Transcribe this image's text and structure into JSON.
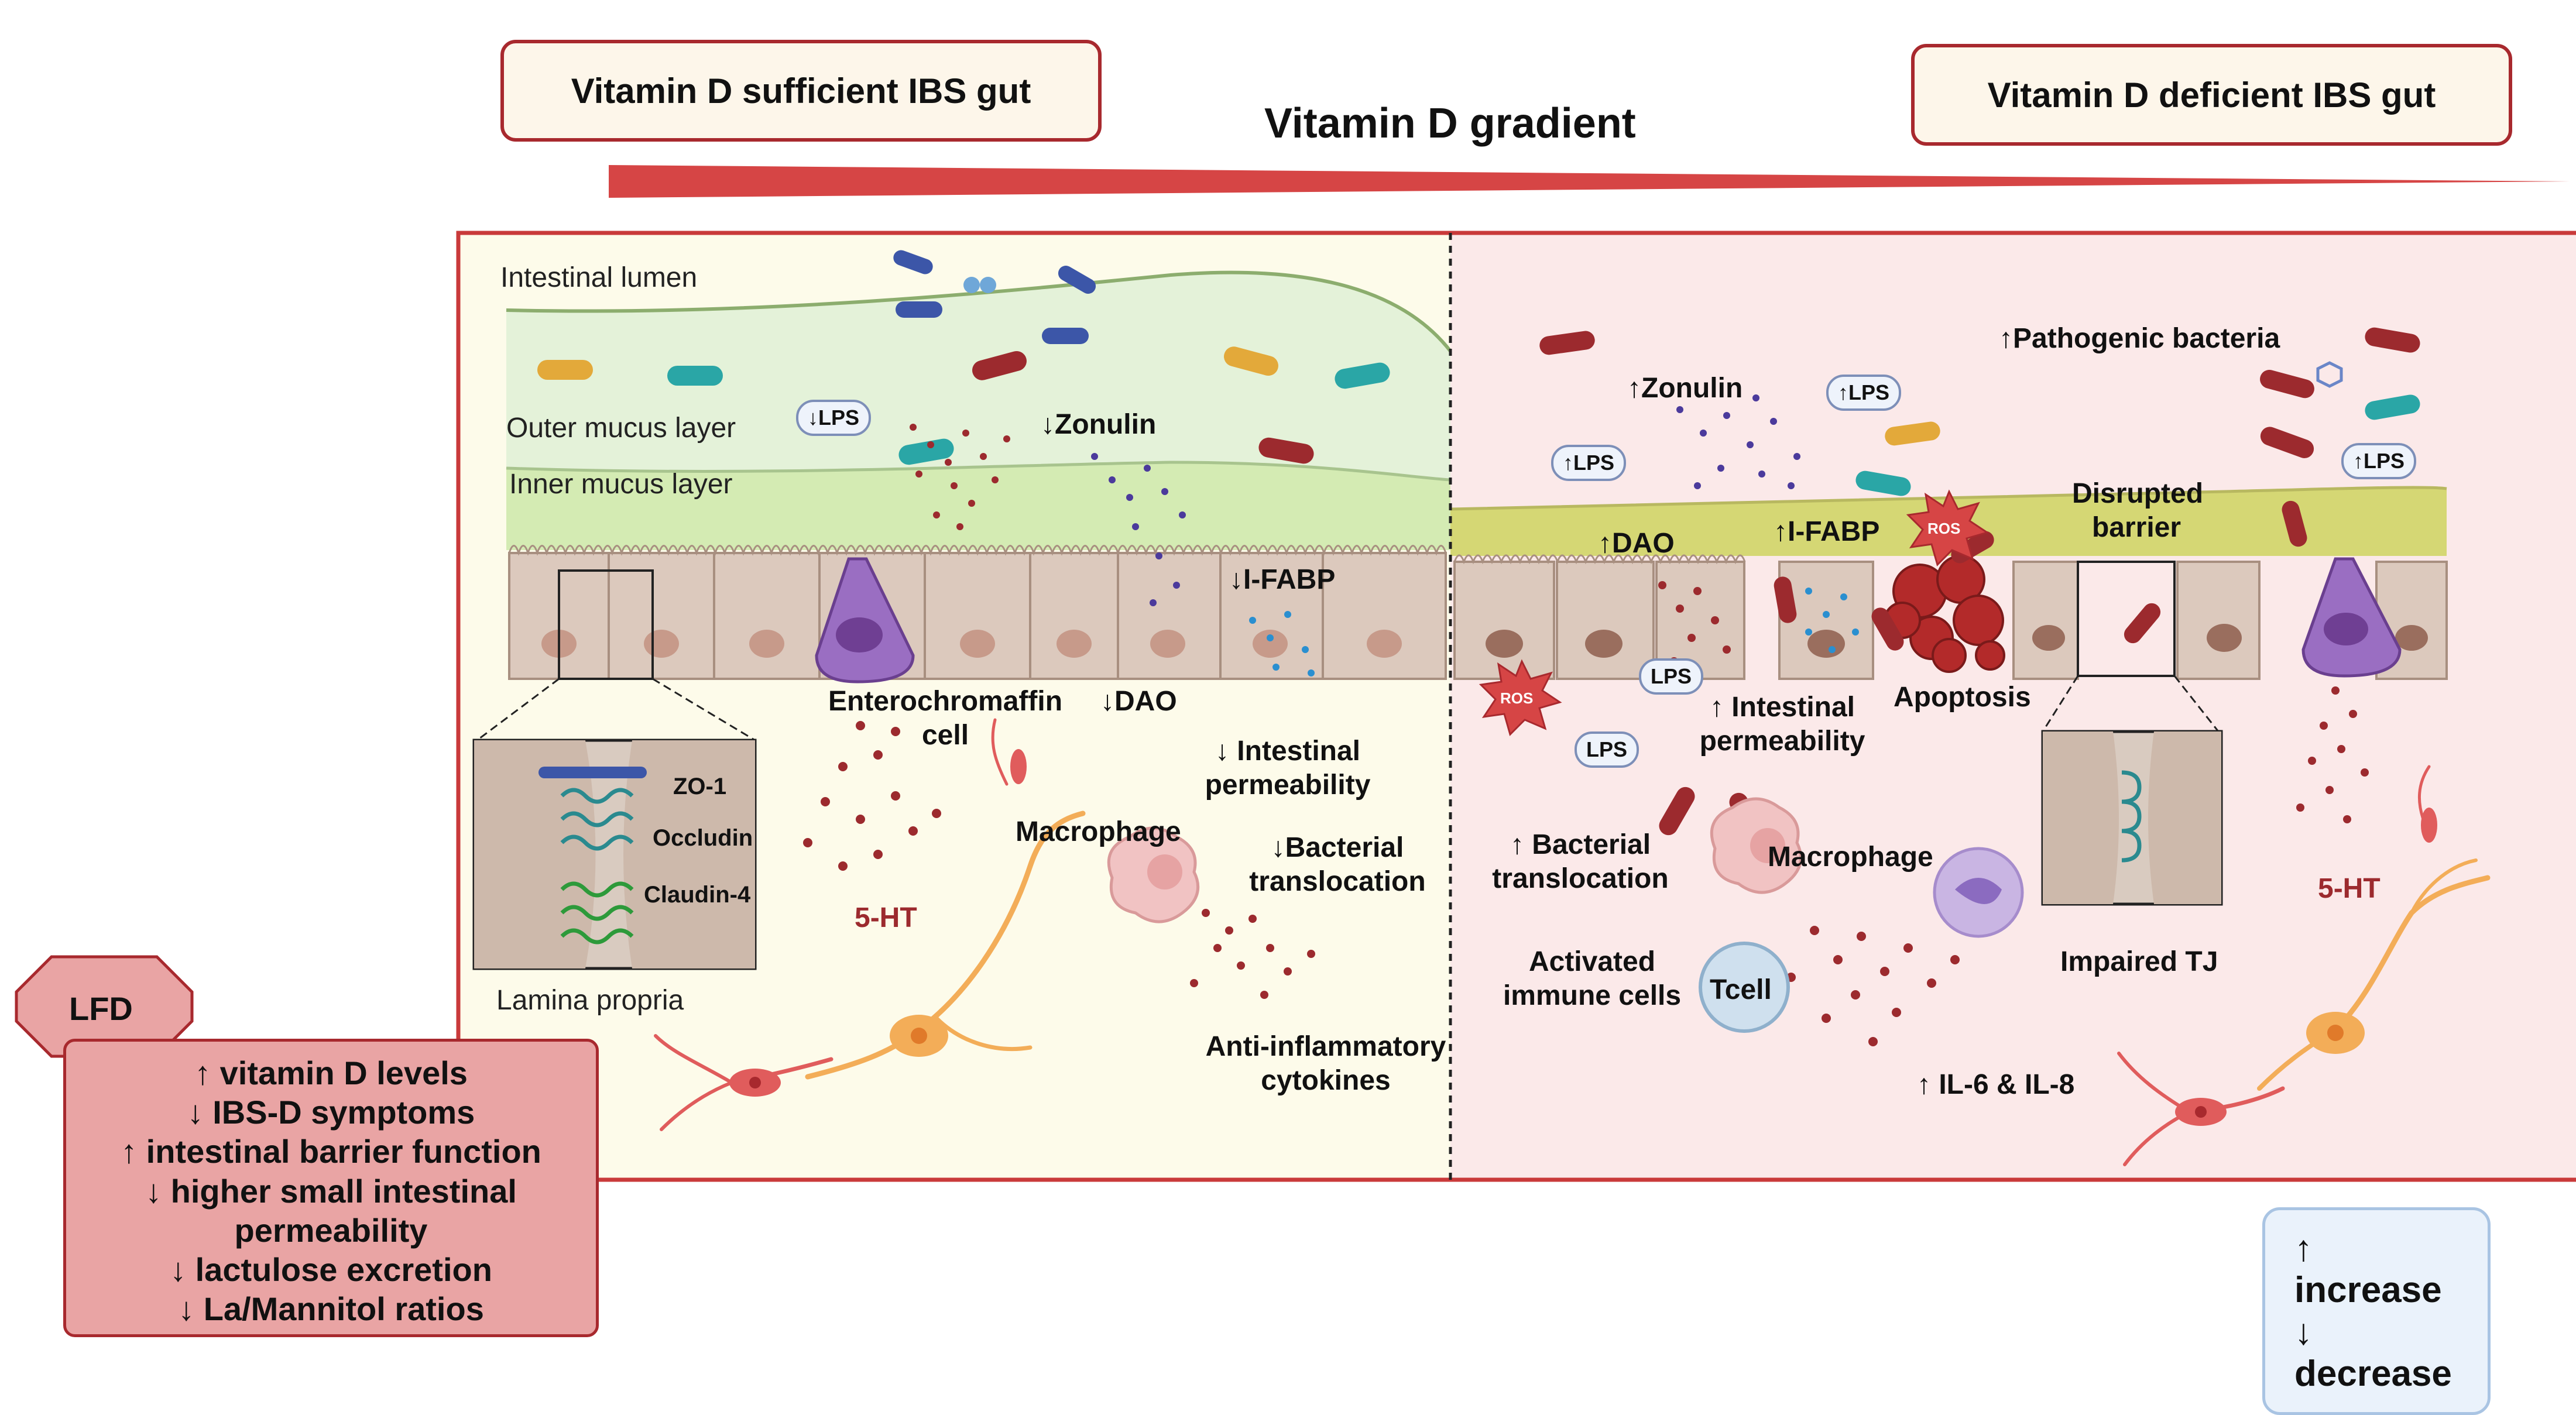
{
  "header": {
    "left": "Vitamin D sufficient IBS gut",
    "right": "Vitamin D deficient IBS gut",
    "gradient": "Vitamin D gradient"
  },
  "left": {
    "lumen": "Intestinal lumen",
    "outer_mucus": "Outer mucus layer",
    "inner_mucus": "Inner mucus layer",
    "lps": "↓LPS",
    "zonulin": "↓Zonulin",
    "ifabp": "↓I-FABP",
    "dao": "↓DAO",
    "enterochromaffin": "Enterochromaffin cell",
    "permeability": "↓ Intestinal permeability",
    "translocation": "↓Bacterial translocation",
    "macrophage": "Macrophage",
    "serotonin": "5-HT",
    "cytokines": "Anti-inflammatory cytokines",
    "lamina": "Lamina propria",
    "tj": [
      "ZO-1",
      "Occludin",
      "Claudin-4"
    ]
  },
  "right": {
    "zonulin": "↑Zonulin",
    "lps_up": "↑LPS",
    "pathogenic": "↑Pathogenic bacteria",
    "dao": "↑DAO",
    "ifabp": "↑I-FABP",
    "ros": "ROS",
    "disrupted": "Disrupted barrier",
    "apoptosis": "Apoptosis",
    "permeability": "↑ Intestinal permeability",
    "lps": "LPS",
    "translocation": "↑ Bacterial translocation",
    "macrophage": "Macrophage",
    "activated": "Activated immune cells",
    "tcell": "Tcell",
    "il": "↑ IL-6 & IL-8",
    "impaired": "Impaired TJ",
    "serotonin": "5-HT"
  },
  "lfd": {
    "label": "LFD",
    "lines": [
      "↑ vitamin D levels",
      "↓ IBS-D symptoms",
      "↑ intestinal barrier function",
      "↓ higher small intestinal permeability",
      "↓ lactulose excretion",
      "↓ La/Mannitol ratios"
    ]
  },
  "legend": {
    "increase": "↑ increase",
    "decrease": "↓ decrease"
  },
  "colors": {
    "frame": "#c93a3a",
    "accent": "#a8292e",
    "left_bg": "#fdfbea",
    "right_bg": "#fbe9e9"
  }
}
